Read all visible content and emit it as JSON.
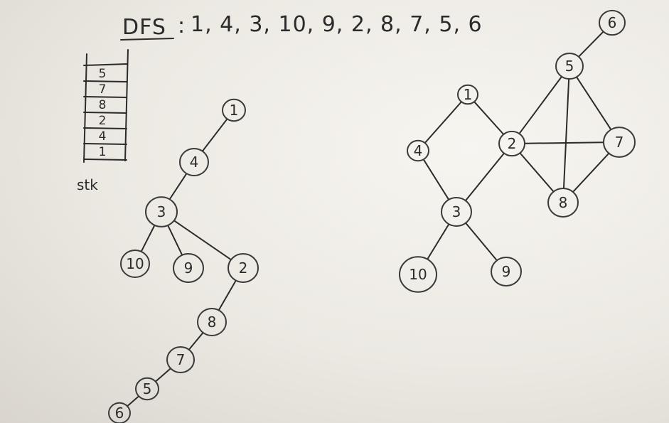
{
  "header": {
    "dfs_label": "DFS",
    "separator": ":",
    "dfs_order": "1, 4, 3, 10, 9, 2, 8, 7, 5, 6"
  },
  "stack": {
    "caption": "stk",
    "items_top_to_bottom": [
      "5",
      "7",
      "8",
      "2",
      "4",
      "1"
    ]
  },
  "dfs_tree": {
    "nodes": [
      {
        "id": "1",
        "label": "1"
      },
      {
        "id": "4",
        "label": "4"
      },
      {
        "id": "3",
        "label": "3"
      },
      {
        "id": "10",
        "label": "10"
      },
      {
        "id": "9",
        "label": "9"
      },
      {
        "id": "2",
        "label": "2"
      },
      {
        "id": "8",
        "label": "8"
      },
      {
        "id": "7",
        "label": "7"
      },
      {
        "id": "5",
        "label": "5"
      },
      {
        "id": "6",
        "label": "6"
      }
    ],
    "edges": [
      [
        "1",
        "4"
      ],
      [
        "4",
        "3"
      ],
      [
        "3",
        "10"
      ],
      [
        "3",
        "9"
      ],
      [
        "3",
        "2"
      ],
      [
        "2",
        "8"
      ],
      [
        "8",
        "7"
      ],
      [
        "7",
        "5"
      ],
      [
        "5",
        "6"
      ]
    ]
  },
  "graph": {
    "nodes": [
      {
        "id": "1",
        "label": "1"
      },
      {
        "id": "4",
        "label": "4"
      },
      {
        "id": "2",
        "label": "2"
      },
      {
        "id": "3",
        "label": "3"
      },
      {
        "id": "10",
        "label": "10"
      },
      {
        "id": "9",
        "label": "9"
      },
      {
        "id": "5",
        "label": "5"
      },
      {
        "id": "6",
        "label": "6"
      },
      {
        "id": "7",
        "label": "7"
      },
      {
        "id": "8",
        "label": "8"
      }
    ],
    "edges": [
      [
        "1",
        "4"
      ],
      [
        "1",
        "2"
      ],
      [
        "4",
        "3"
      ],
      [
        "2",
        "3"
      ],
      [
        "3",
        "10"
      ],
      [
        "3",
        "9"
      ],
      [
        "2",
        "5"
      ],
      [
        "2",
        "7"
      ],
      [
        "2",
        "8"
      ],
      [
        "5",
        "6"
      ],
      [
        "5",
        "7"
      ],
      [
        "5",
        "8"
      ],
      [
        "7",
        "8"
      ]
    ]
  }
}
